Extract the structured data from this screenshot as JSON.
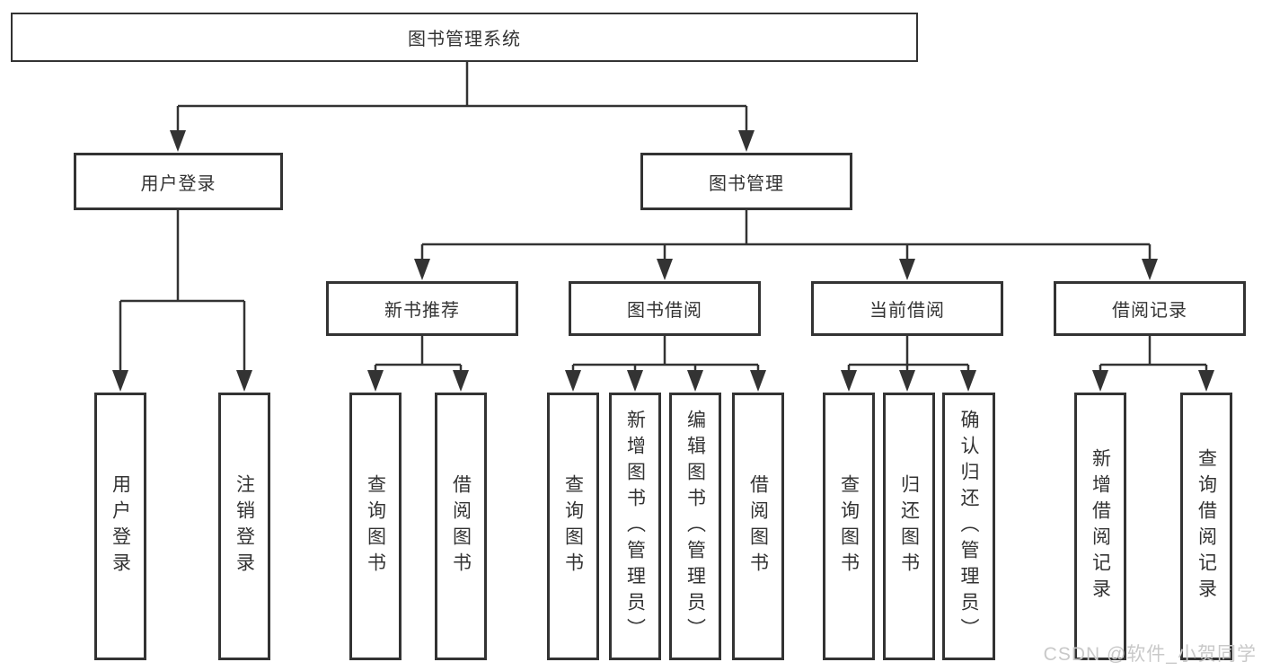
{
  "diagram": {
    "tree": {
      "label": "图书管理系统",
      "children": [
        {
          "label": "用户登录",
          "children": [
            {
              "label": "用户登录"
            },
            {
              "label": "注销登录"
            }
          ]
        },
        {
          "label": "图书管理",
          "children": [
            {
              "label": "新书推荐",
              "children": [
                {
                  "label": "查询图书"
                },
                {
                  "label": "借阅图书"
                }
              ]
            },
            {
              "label": "图书借阅",
              "children": [
                {
                  "label": "查询图书"
                },
                {
                  "label": "新增图书（管理员）"
                },
                {
                  "label": "编辑图书（管理员）"
                },
                {
                  "label": "借阅图书"
                }
              ]
            },
            {
              "label": "当前借阅",
              "children": [
                {
                  "label": "查询图书"
                },
                {
                  "label": "归还图书"
                },
                {
                  "label": "确认归还（管理员）"
                }
              ]
            },
            {
              "label": "借阅记录",
              "children": [
                {
                  "label": "新增借阅记录"
                },
                {
                  "label": "查询借阅记录"
                }
              ]
            }
          ]
        }
      ]
    }
  },
  "watermark": {
    "text": "CSDN @软件_小贺同学"
  },
  "colors": {
    "line": "#333333",
    "text": "#333333",
    "box_background": "#ffffff",
    "watermark": "#c9c9c9"
  }
}
